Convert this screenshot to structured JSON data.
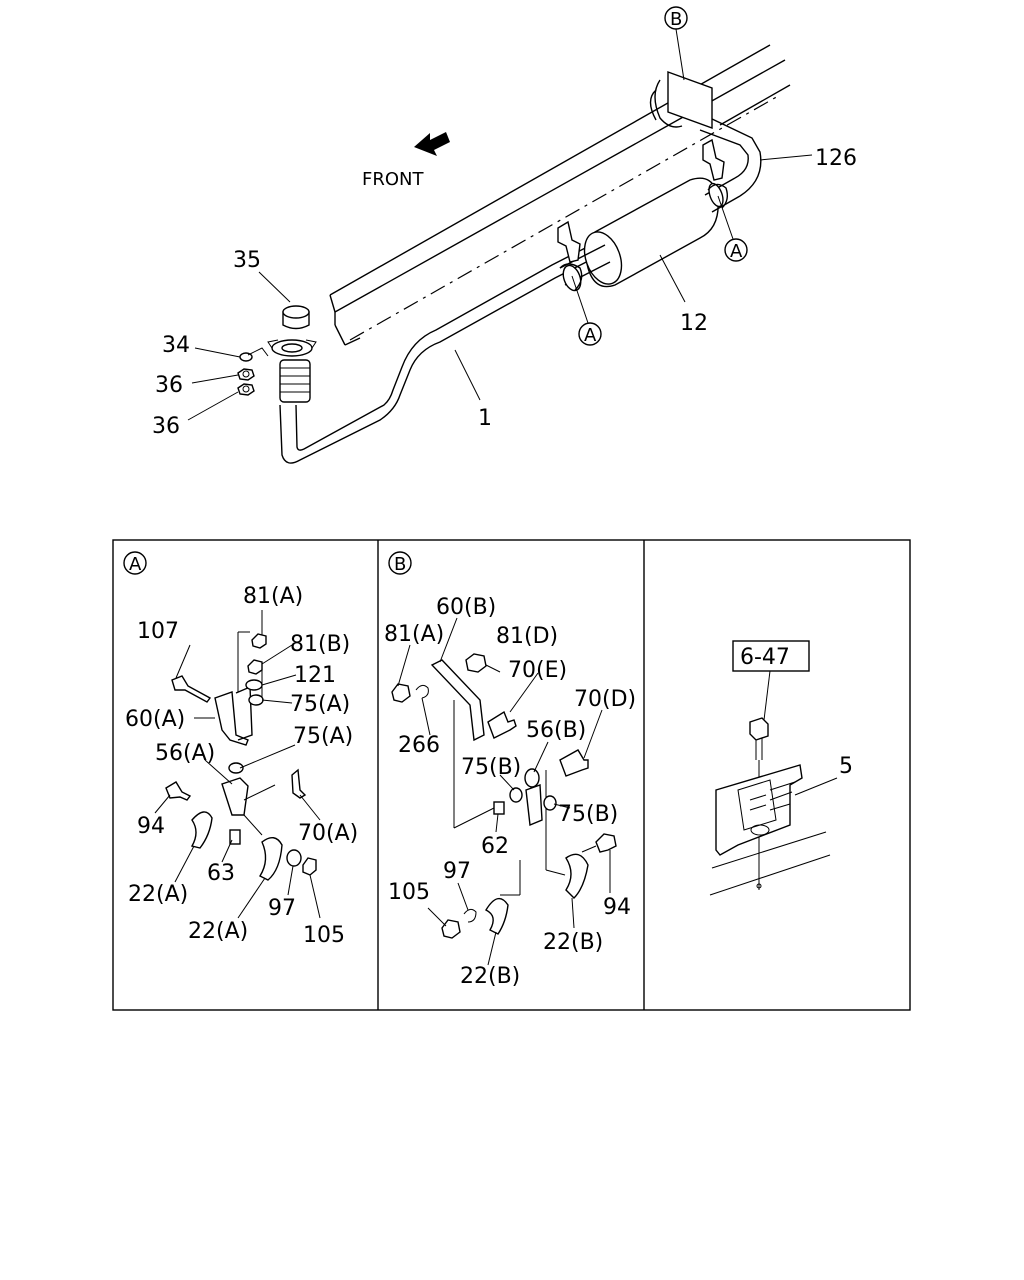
{
  "main_diagram": {
    "direction_label": "FRONT",
    "callouts": {
      "b_top": "B",
      "a_mid": "A",
      "a_right": "A",
      "p126": "126",
      "p35": "35",
      "p34": "34",
      "p36a": "36",
      "p36b": "36",
      "p12": "12",
      "p1": "1"
    }
  },
  "detail_a": {
    "marker": "A",
    "labels": {
      "l81a": "81(A)",
      "l107": "107",
      "l81b": "81(B)",
      "l121": "121",
      "l75a1": "75(A)",
      "l60a": "60(A)",
      "l56a": "56(A)",
      "l75a2": "75(A)",
      "l94": "94",
      "l70a": "70(A)",
      "l63": "63",
      "l22a1": "22(A)",
      "l97": "97",
      "l105": "105",
      "l22a2": "22(A)"
    }
  },
  "detail_b": {
    "marker": "B",
    "labels": {
      "l60b": "60(B)",
      "l81a": "81(A)",
      "l81d": "81(D)",
      "l70e": "70(E)",
      "l70d": "70(D)",
      "l266": "266",
      "l56b": "56(B)",
      "l75b1": "75(B)",
      "l75b2": "75(B)",
      "l62": "62",
      "l94": "94",
      "l97": "97",
      "l105": "105",
      "l22b1": "22(B)",
      "l22b2": "22(B)"
    }
  },
  "detail_c": {
    "reference": "6-47",
    "label": "5"
  }
}
